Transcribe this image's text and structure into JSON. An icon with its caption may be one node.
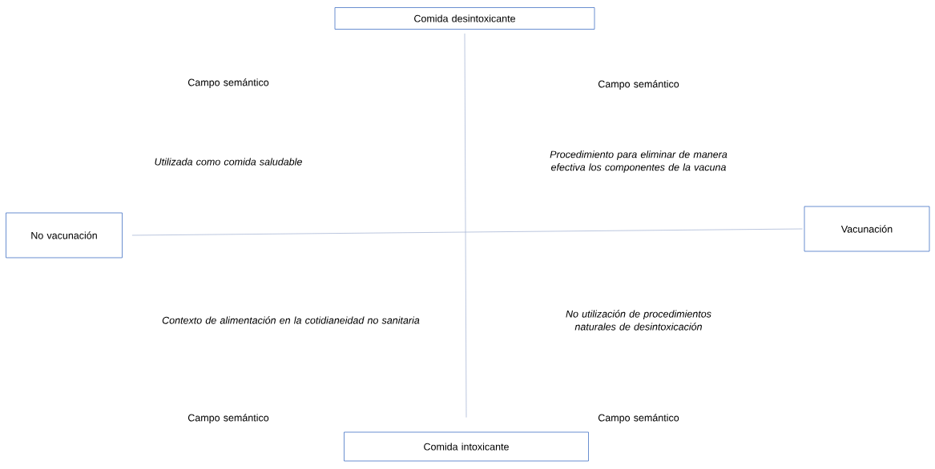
{
  "diagram": {
    "nodes": [
      {
        "text": [
          "Comida desintoxicante"
        ]
      },
      {
        "text": [
          "No vacunación"
        ]
      },
      {
        "text": [
          "Vacunación"
        ]
      },
      {
        "text": [
          "Comida intoxicante"
        ]
      }
    ],
    "edges": [
      {
        "from": 0,
        "to": 3,
        "arrow": "none"
      },
      {
        "from": 1,
        "to": 2,
        "arrow": "none"
      }
    ],
    "labels": [
      "Campo semántico",
      "Campo semántico",
      "Utilizada como comida saludable",
      "Procedimiento para eliminar de manera efectiva los componentes de la vacuna",
      "Contexto de alimentación en la cotidianeidad no sanitaria",
      "No utilización de procedimientos naturales de desintoxicación",
      "Campo semántico",
      "Campo semántico"
    ]
  }
}
